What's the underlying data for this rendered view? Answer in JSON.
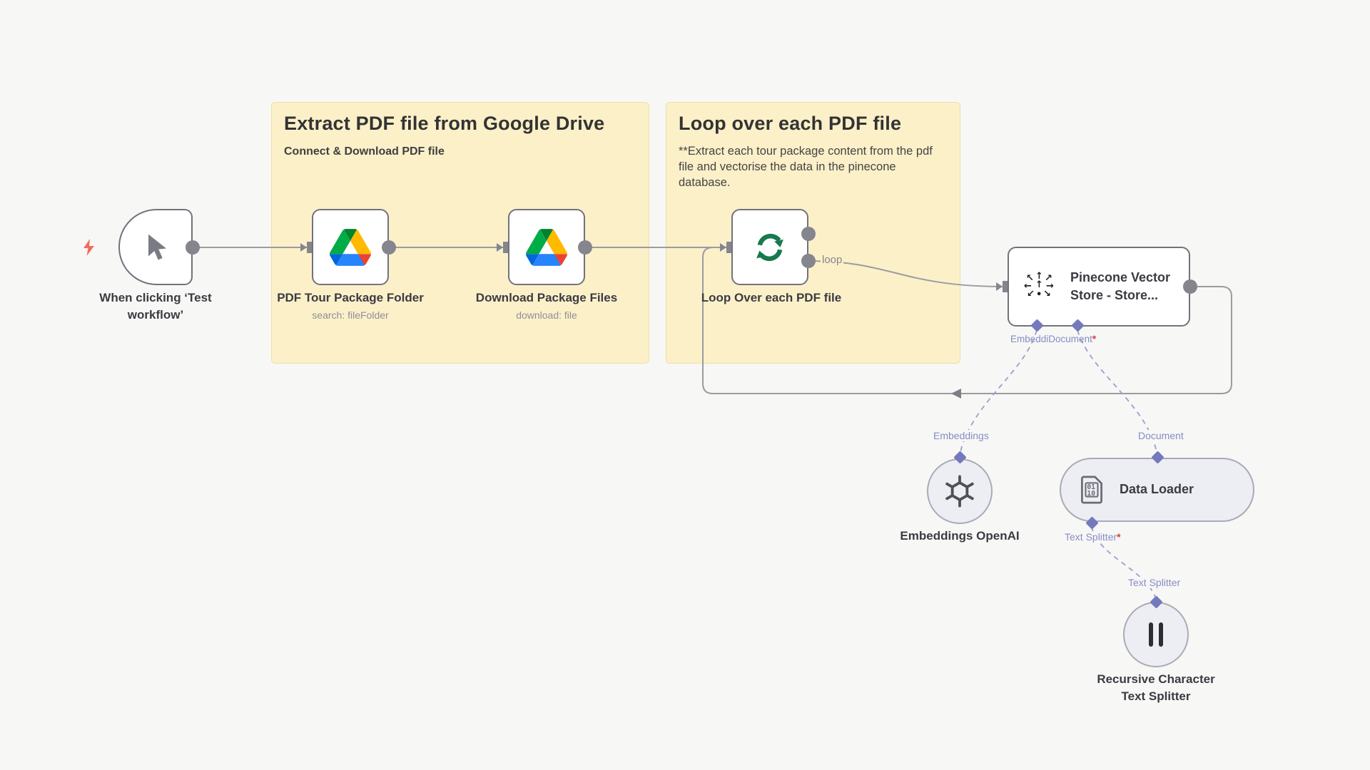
{
  "colors": {
    "canvas_bg": "#f7f7f5",
    "sticky_bg": "#fcf0c9",
    "connector_gray": "#9b9ba1",
    "endpoint_gray": "#85858e",
    "port_purple": "#7479bd",
    "dashed_purple": "#9aa0cf",
    "required_red": "#d93a3a",
    "trigger_bolt": "#f16d5d",
    "loop_icon_green": "#177a4e",
    "drive_green": "#00ac47",
    "drive_dark_green": "#00832d",
    "drive_yellow": "#ffba00",
    "drive_blue": "#2684fc",
    "drive_dark_blue": "#0066da",
    "drive_red": "#ea4335"
  },
  "sticky_notes": [
    {
      "title": "Extract PDF file from Google Drive",
      "subtitle": "Connect & Download PDF file"
    },
    {
      "title": "Loop over each PDF file",
      "body": "**Extract each tour package content from the pdf file and vectorise the data in the pinecone database."
    }
  ],
  "nodes": {
    "trigger": {
      "label_lines": [
        "When clicking ‘Test",
        "workflow’"
      ]
    },
    "drive_folder": {
      "title": "PDF Tour Package Folder",
      "subtitle": "search: fileFolder"
    },
    "drive_download": {
      "title": "Download Package Files",
      "subtitle": "download: file"
    },
    "loop": {
      "title": "Loop Over each PDF file",
      "output_label": "loop"
    },
    "pinecone": {
      "title": "Pinecone Vector Store - Store...",
      "port_label_embedding": "Embeddi",
      "port_label_document": "Document",
      "required_marker": "*"
    },
    "embeddings": {
      "title": "Embeddings OpenAI",
      "port_label": "Embeddings"
    },
    "data_loader": {
      "title": "Data Loader",
      "port_label_top": "Document",
      "port_label_bottom": "Text Splitter",
      "required_marker": "*",
      "icon_text_top": "01",
      "icon_text_bottom": "10"
    },
    "splitter": {
      "title": "Recursive Character Text Splitter",
      "port_label": "Text Splitter"
    }
  }
}
